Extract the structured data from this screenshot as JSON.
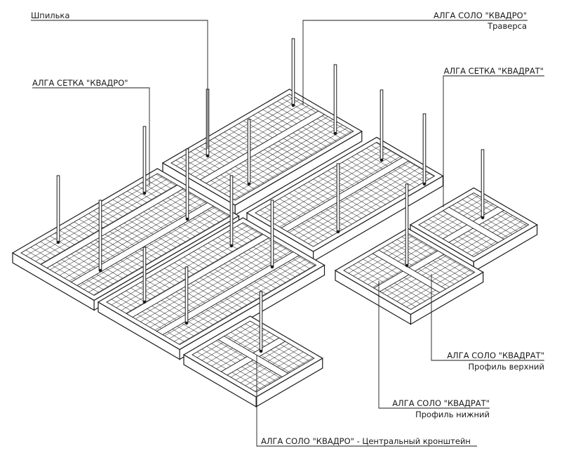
{
  "labels": {
    "stud": "Шпилька",
    "solo_kvadro": "АЛГА СОЛО \"КВАДРО\"",
    "traverse": "Траверса",
    "setka_kvadrat": "АЛГА СЕТКА \"КВАДРАТ\"",
    "setka_kvadro": "АЛГА СЕТКА \"КВАДРО\"",
    "solo_kvadrat_top": "АЛГА СОЛО \"КВАДРАТ\"",
    "profile_top": "Профиль верхний",
    "solo_kvadrat_bottom": "АЛГА СОЛО \"КВАДРАТ\"",
    "profile_bottom": "Профиль нижний",
    "central_bracket": "АЛГА СОЛО \"КВАДРО\" - Центральный кронштейн"
  },
  "colors": {
    "line": "#1a1a1a",
    "mesh": "#3a3a3a",
    "face": "#ffffff"
  }
}
